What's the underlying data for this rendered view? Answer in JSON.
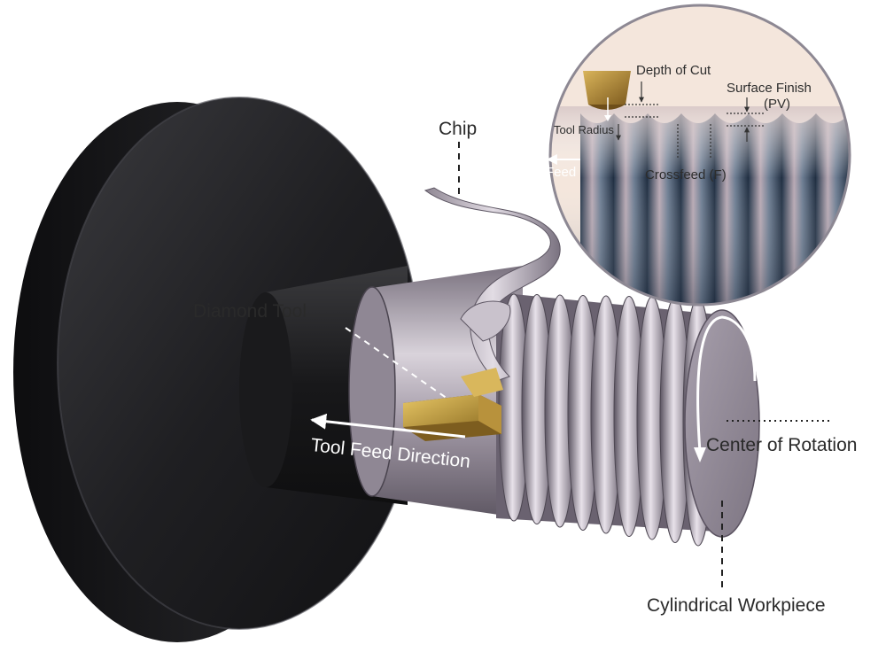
{
  "labels": {
    "chip": "Chip",
    "diamond_tool": "Diamond Tool",
    "tool_feed_direction": "Tool Feed Direction",
    "center_of_rotation": "Center of Rotation",
    "cylindrical_workpiece": "Cylindrical Workpiece"
  },
  "inset": {
    "depth_of_cut": "Depth of Cut",
    "surface_finish": "Surface Finish",
    "surface_finish_unit": "(PV)",
    "tool_radius": "Tool Radius",
    "feed": "Feed",
    "crossfeed": "Crossfeed (F)"
  },
  "colors": {
    "flange": "#1c1c1e",
    "workpiece_metal": "#9a8f9b",
    "diamond_tool": "#c7a24a",
    "inset_bg": "#f4e6dc",
    "groove_blue": "#2e4a66"
  }
}
